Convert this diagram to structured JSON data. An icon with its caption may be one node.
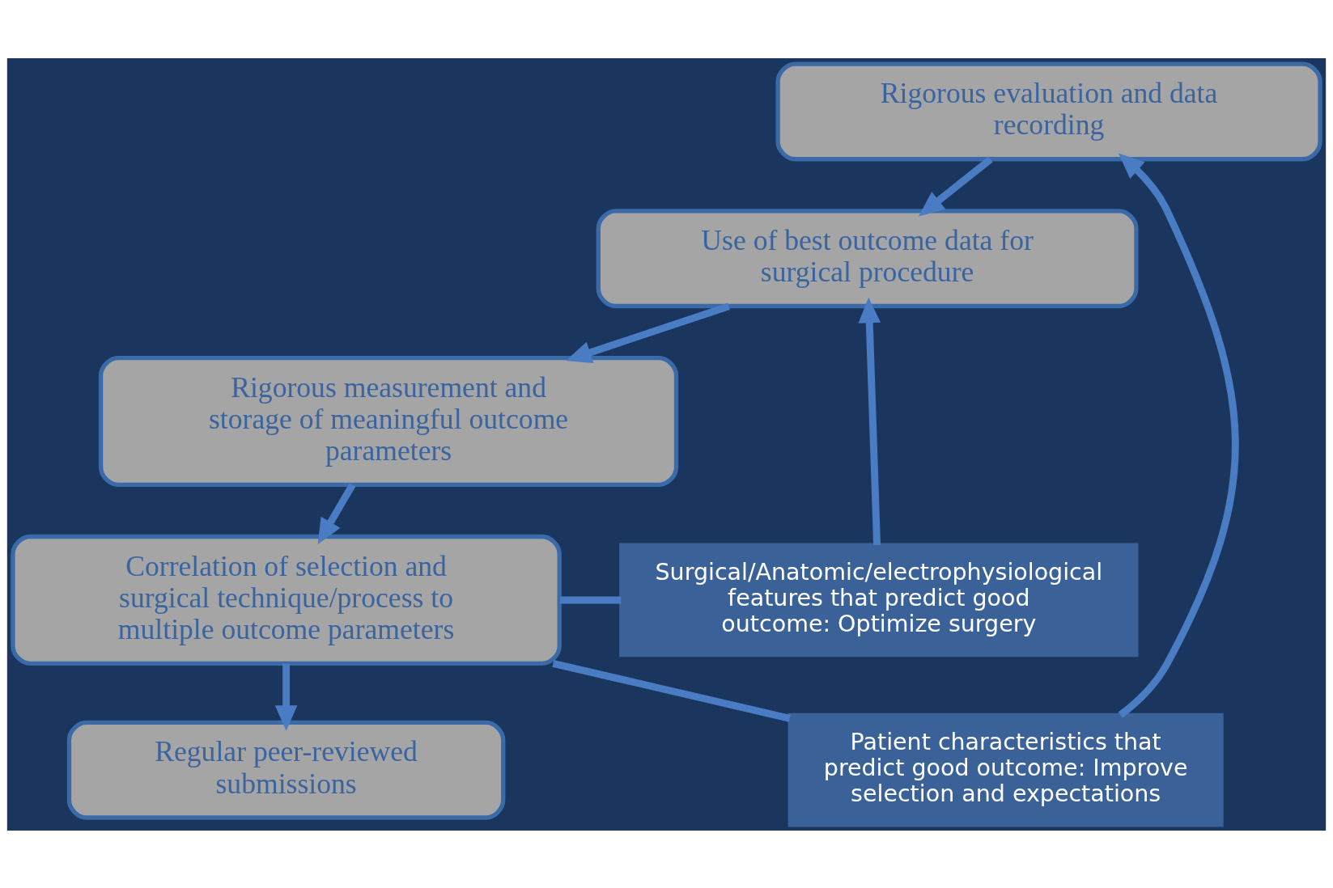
{
  "diagram": {
    "nodes": [
      {
        "text": [
          "Rigorous evaluation and data recording"
        ]
      },
      {
        "text": [
          "Use of best outcome data for surgical procedure"
        ]
      },
      {
        "text": [
          "Rigorous measurement and storage of meaningful outcome parameters"
        ]
      },
      {
        "text": [
          "Correlation of selection and surgical technique/process to multiple outcome parameters"
        ]
      },
      {
        "text": [
          "Patient characteristics that predict good outcome: Improve selection and expectations"
        ]
      },
      {
        "text": [
          "Surgical/Anatomic/electrophysiological features that predict good outcome: Optimize surgery"
        ]
      },
      {
        "text": [
          "Regular peer-reviewed submissions"
        ]
      }
    ],
    "edges": [
      {
        "from": 0,
        "to": 1,
        "arrow": "to"
      },
      {
        "from": 1,
        "to": 2,
        "arrow": "to"
      },
      {
        "from": 2,
        "to": 3,
        "arrow": "to"
      },
      {
        "from": 3,
        "to": 5,
        "arrow": "none"
      },
      {
        "from": 5,
        "to": 1,
        "arrow": "to"
      },
      {
        "from": 3,
        "to": 4,
        "arrow": "none"
      },
      {
        "from": 4,
        "to": 0,
        "arrow": "to"
      },
      {
        "from": 3,
        "to": 6,
        "arrow": "to"
      }
    ]
  }
}
